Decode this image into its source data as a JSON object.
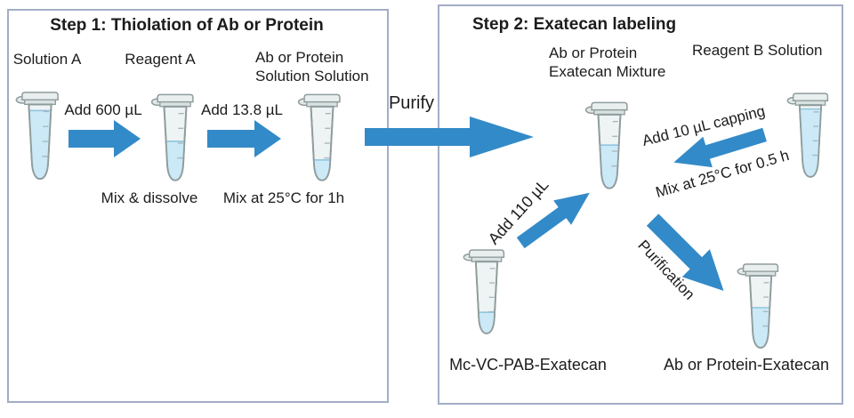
{
  "colors": {
    "arrow": "#338ac8",
    "box_border": "#a3adc6",
    "liquid": "#cbe9f7",
    "liquid_edge": "#8ac2de",
    "tube_outline": "#8f9c9c",
    "text": "#1c1c1c"
  },
  "step1": {
    "title": "Step 1: Thiolation of Ab or Protein",
    "labels": {
      "solution_a": "Solution A",
      "reagent_a": "Reagent A",
      "ab_protein": "Ab or Protein Solution Solution",
      "mix_dissolve": "Mix & dissolve",
      "mix_25c_1h": "Mix at 25°C for 1h"
    },
    "arrows": {
      "add_600": "Add 600 µL",
      "add_138": "Add 13.8 µL"
    },
    "tubes": {
      "solution_a_fill": 0.92,
      "reagent_a_fill": 0.52,
      "ab_protein_fill": 0.26
    }
  },
  "transfer": {
    "purify": "Purify"
  },
  "step2": {
    "title": "Step 2: Exatecan labeling",
    "labels": {
      "mixture": "Ab or Protein Exatecan Mixture",
      "reagent_b": "Reagent B Solution",
      "mc_vc_pab": "Mc-VC-PAB-Exatecan",
      "product": "Ab or Protein-Exatecan"
    },
    "annotations": {
      "add_10": "Add 10 µL capping",
      "mix_05h": "Mix at 25°C for 0.5 h",
      "add_110": "Add 110 µL",
      "purification": "Purification"
    },
    "tubes": {
      "mixture_fill": 0.58,
      "reagent_b_fill": 0.95,
      "mc_fill": 0.28,
      "product_fill": 0.55
    }
  }
}
